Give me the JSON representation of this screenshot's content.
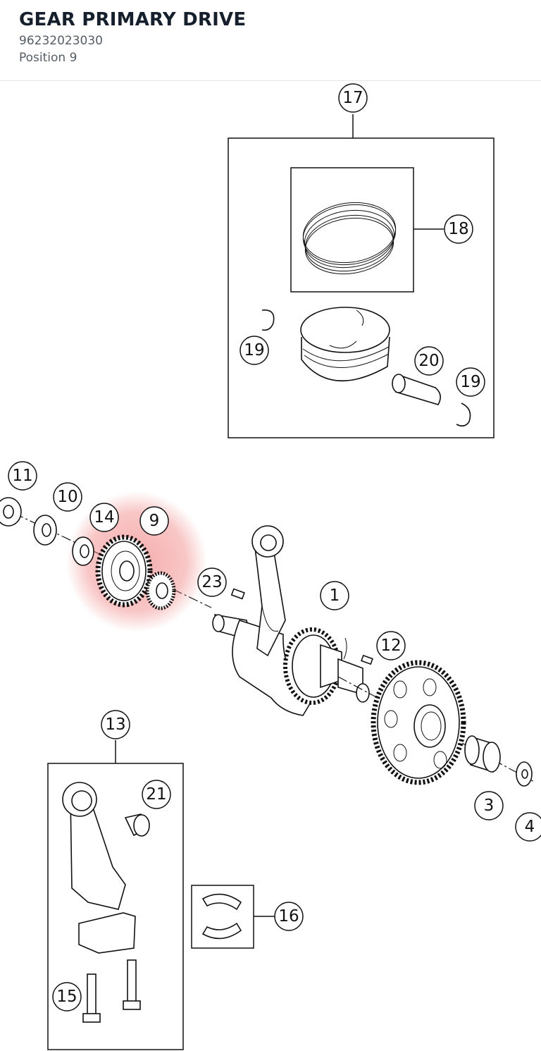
{
  "header": {
    "title": "GEAR PRIMARY DRIVE",
    "part_number": "96232023030",
    "position": "Position 9"
  },
  "colors": {
    "highlight": "#f08080",
    "line": "#111111",
    "title": "#16202c",
    "subtext": "#555d66"
  },
  "callouts": {
    "c1": "1",
    "c3": "3",
    "c4": "4",
    "c9": "9",
    "c10": "10",
    "c11": "11",
    "c12": "12",
    "c13": "13",
    "c14": "14",
    "c15": "15",
    "c16": "16",
    "c17": "17",
    "c18": "18",
    "c19a": "19",
    "c19b": "19",
    "c20": "20",
    "c21": "21",
    "c23": "23"
  },
  "highlighted_position": "9"
}
